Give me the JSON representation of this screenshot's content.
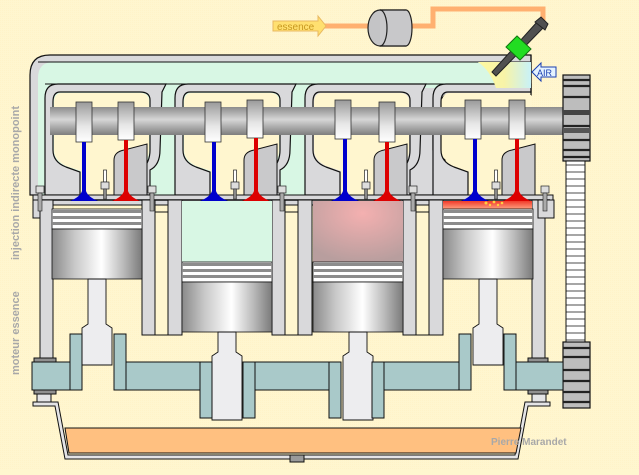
{
  "diagram": {
    "side_title_part1": "moteur essence",
    "side_title_part2": "injection indirecte monopoint",
    "fuel_label": "essence",
    "air_label": "AIR",
    "author": "Pierre Marandet"
  },
  "components": {
    "fuel_pump": "fuel-pump",
    "injector": "single-point-injector",
    "intake_manifold": "intake-manifold",
    "camshaft": "camshaft",
    "crankshaft": "crankshaft",
    "oil_pan": "oil-sump",
    "timing_gear": "timing-gear"
  },
  "cylinders": [
    {
      "name": "cylinder-1",
      "piston_position": "top",
      "chamber": "compressed"
    },
    {
      "name": "cylinder-2",
      "piston_position": "bottom",
      "chamber": "intake"
    },
    {
      "name": "cylinder-3",
      "piston_position": "bottom",
      "chamber": "exhaust"
    },
    {
      "name": "cylinder-4",
      "piston_position": "top",
      "chamber": "ignition"
    }
  ],
  "colors": {
    "background": "#FFF6CF",
    "intake_valve": "#0000CC",
    "exhaust_valve": "#DD0000",
    "air_mix": "#D8F7E4",
    "exhaust_gas": "#E8B0B0",
    "fuel_line": "#FFB070",
    "oil": "#FFC080",
    "crank": "#A9C9C9",
    "injector_band": "#22DD22",
    "wall": "#D9D9DB"
  }
}
